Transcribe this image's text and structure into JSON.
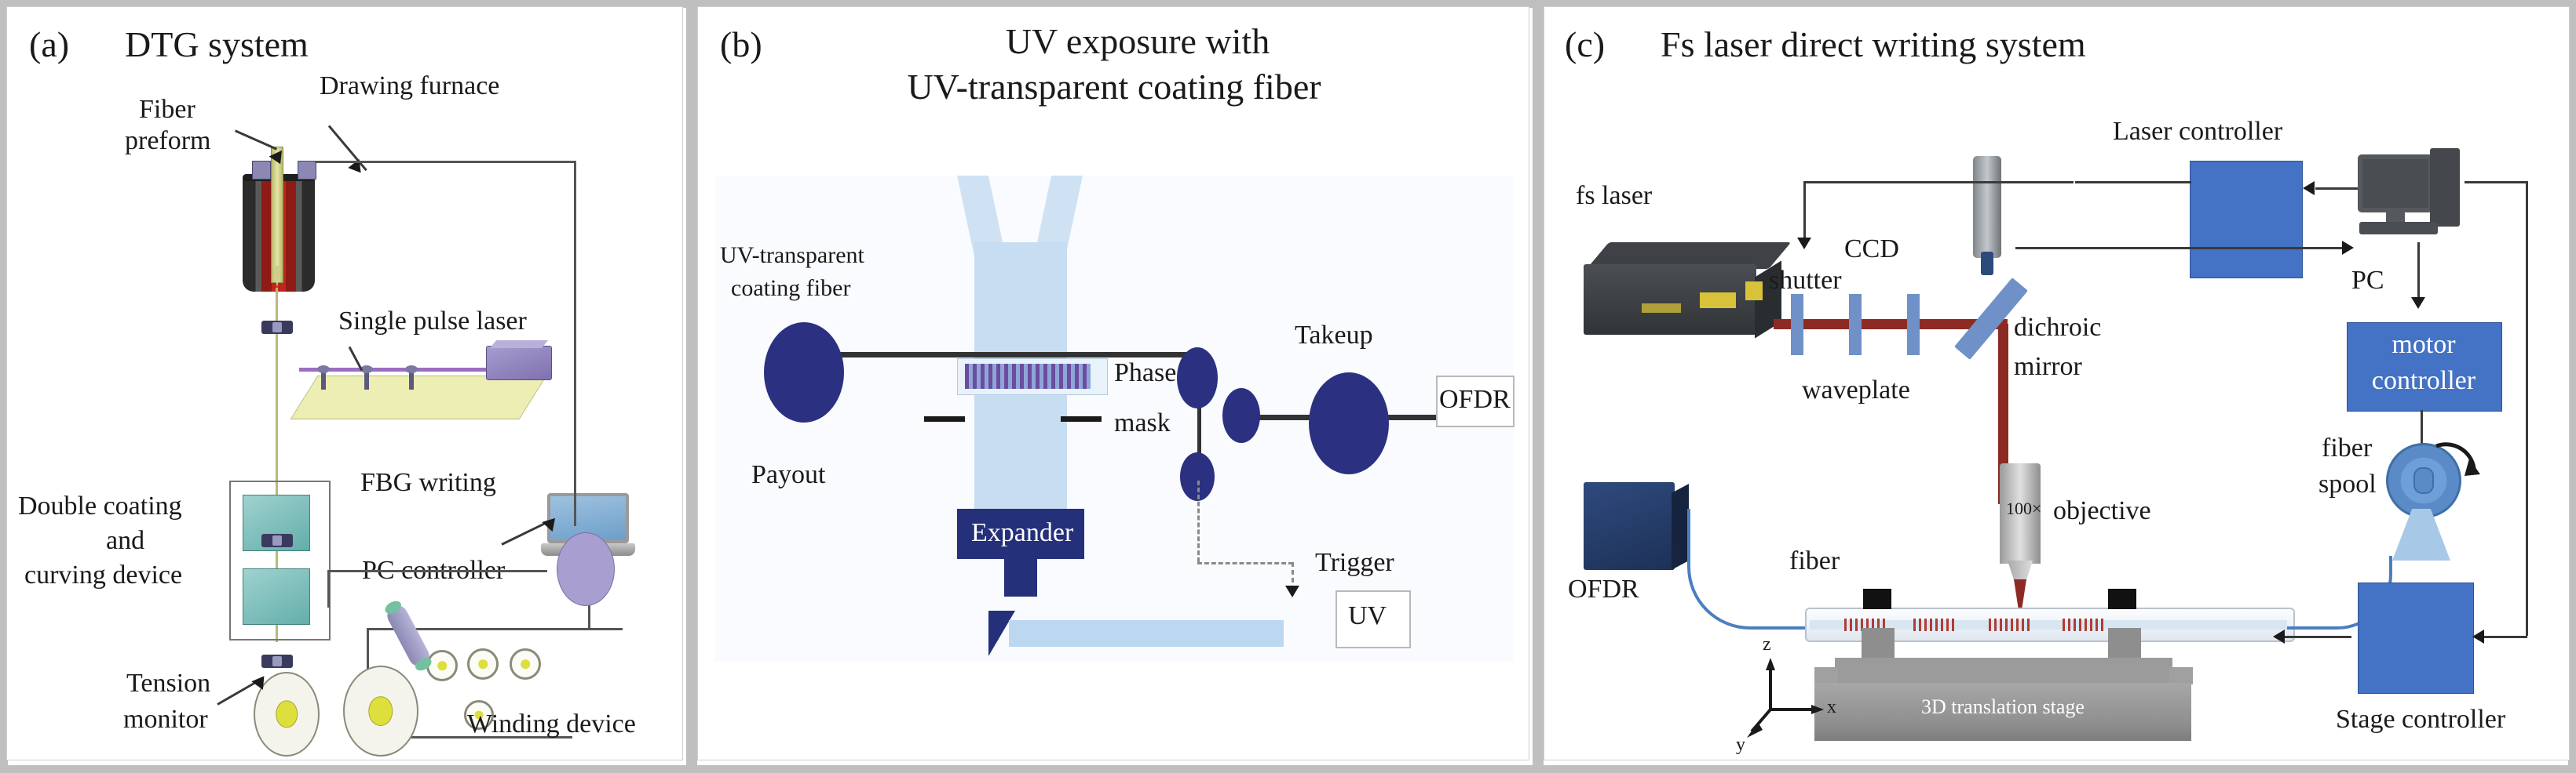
{
  "figure": {
    "panels": [
      {
        "tag": "(a)",
        "title": "DTG system",
        "labels": {
          "fiber_preform": "Fiber\npreform",
          "fiber_preform_l1": "Fiber",
          "fiber_preform_l2": "preform",
          "drawing_furnace": "Drawing furnace",
          "single_pulse_laser": "Single pulse laser",
          "fbg_writing": "FBG writing",
          "double_coating_l1": "Double coating",
          "double_coating_l2": "and",
          "double_coating_l3": "curving device",
          "pc_controller": "PC controller",
          "tension_monitor_l1": "Tension",
          "tension_monitor_l2": "monitor",
          "winding_device": "Winding device"
        }
      },
      {
        "tag": "(b)",
        "title_l1": "UV exposure with",
        "title_l2": "UV-transparent coating fiber",
        "labels": {
          "uv_transparent_l1": "UV-transparent",
          "uv_transparent_l2": "coating fiber",
          "payout": "Payout",
          "phase": "Phase",
          "mask": "mask",
          "expander": "Expander",
          "takeup": "Takeup",
          "ofdr": "OFDR",
          "trigger": "Trigger",
          "uv": "UV"
        }
      },
      {
        "tag": "(c)",
        "title": "Fs laser direct writing system",
        "labels": {
          "fs_laser": "fs laser",
          "shutter": "shutter",
          "ccd": "CCD",
          "laser_controller": "Laser controller",
          "pc": "PC",
          "motor_controller_l1": "motor",
          "motor_controller_l2": "controller",
          "dichroic_l1": "dichroic",
          "dichroic_l2": "mirror",
          "waveplate": "waveplate",
          "objective_mag": "100×",
          "objective": "objective",
          "fiber_spool_l1": "fiber",
          "fiber_spool_l2": "spool",
          "ofdr": "OFDR",
          "fiber": "fiber",
          "stage": "3D translation stage",
          "stage_controller": "Stage controller",
          "axis_x": "x",
          "axis_y": "y",
          "axis_z": "z"
        }
      }
    ],
    "colors": {
      "panel_border": "#cfcfcf",
      "separator": "#bfbfbf",
      "controller_blue": "#4472c4",
      "expander_navy": "#24307a",
      "uv_beam": "#bcd8f0",
      "laser_red": "#8d2a24",
      "furnace_red": "#c0261c",
      "coating_teal": "#63aeaa",
      "optics_blue": "#6f91c7",
      "spool_navy": "#2b3180"
    }
  }
}
